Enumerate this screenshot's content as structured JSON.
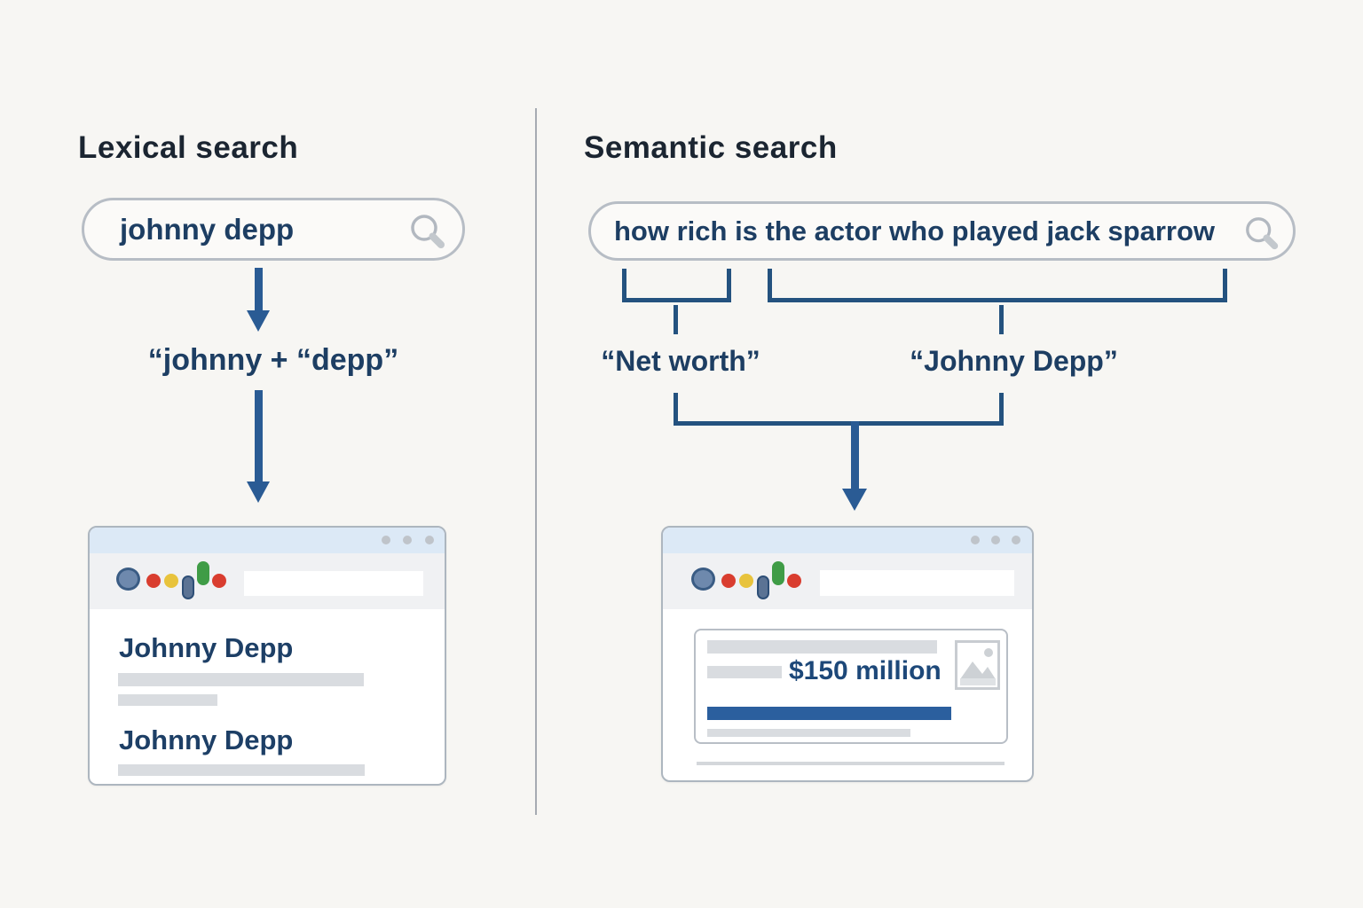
{
  "left": {
    "title": "Lexical search",
    "search": {
      "query": "johnny depp"
    },
    "tokens": "“johnny + “depp”",
    "browser": {
      "results": [
        {
          "title": "Johnny Depp"
        },
        {
          "title": "Johnny Depp"
        }
      ]
    }
  },
  "right": {
    "title": "Semantic search",
    "search": {
      "query": "how rich is the actor who played jack sparrow"
    },
    "concepts": [
      {
        "label": "“Net worth”"
      },
      {
        "label": "“Johnny Depp”"
      }
    ],
    "browser": {
      "answer": "$150 million"
    }
  },
  "colors": {
    "background": "#f7f6f3",
    "arrow_blue": "#2a5b94",
    "bracket_navy": "#24527f",
    "navy_text": "#1d3e63",
    "title_text": "#1b2531",
    "answer_blue": "#1d4879",
    "result_bar_blue": "#2b5f9e",
    "logo_red": "#d93d2f",
    "logo_yellow": "#e8c33c",
    "logo_green": "#3f9c46",
    "logo_blue": "#6e89ad",
    "window_titlebar": "#dce9f6",
    "window_toolbar": "#f0f1f3"
  }
}
